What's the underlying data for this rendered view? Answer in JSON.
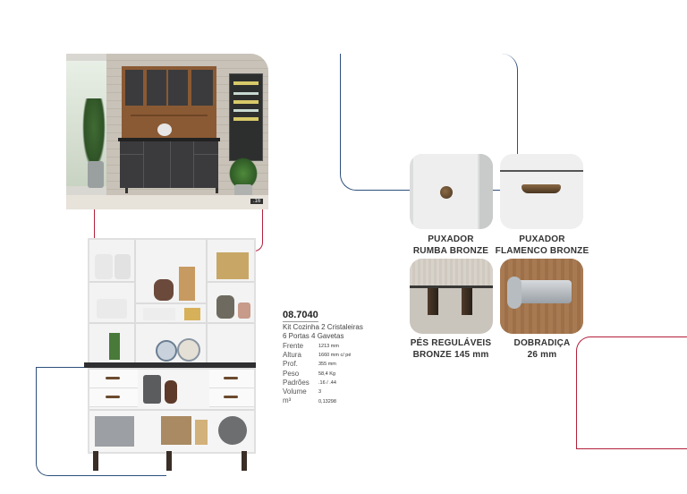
{
  "product": {
    "code": "08.7040",
    "title_line1": "Kit Cozinha 2 Cristaleiras",
    "title_line2": "6 Portas 4 Gavetas",
    "photo_tag": ".16"
  },
  "specs": [
    {
      "label": "Frente",
      "value": "1213 mm"
    },
    {
      "label": "Altura",
      "value": "1660 mm c/ pé"
    },
    {
      "label": "Prof.",
      "value": "355 mm"
    },
    {
      "label": "Peso",
      "value": "58,4 Kg"
    },
    {
      "label": "Padrões",
      "value": ".16 / .44"
    },
    {
      "label": "Volume",
      "value": "3"
    },
    {
      "label": "m³",
      "value": "0,13298"
    }
  ],
  "features": [
    {
      "line1": "PUXADOR",
      "line2": "RUMBA BRONZE"
    },
    {
      "line1": "PUXADOR",
      "line2": "FLAMENCO BRONZE"
    },
    {
      "line1": "PÉS REGULÁVEIS",
      "line2": "BRONZE 145 mm"
    },
    {
      "line1": "DOBRADIÇA",
      "line2": "26 mm"
    }
  ],
  "colors": {
    "accent_red": "#b3203a",
    "accent_blue": "#2d4f7c",
    "cabinet_dark": "#3b3b3d",
    "wood": "#8a5a34"
  }
}
